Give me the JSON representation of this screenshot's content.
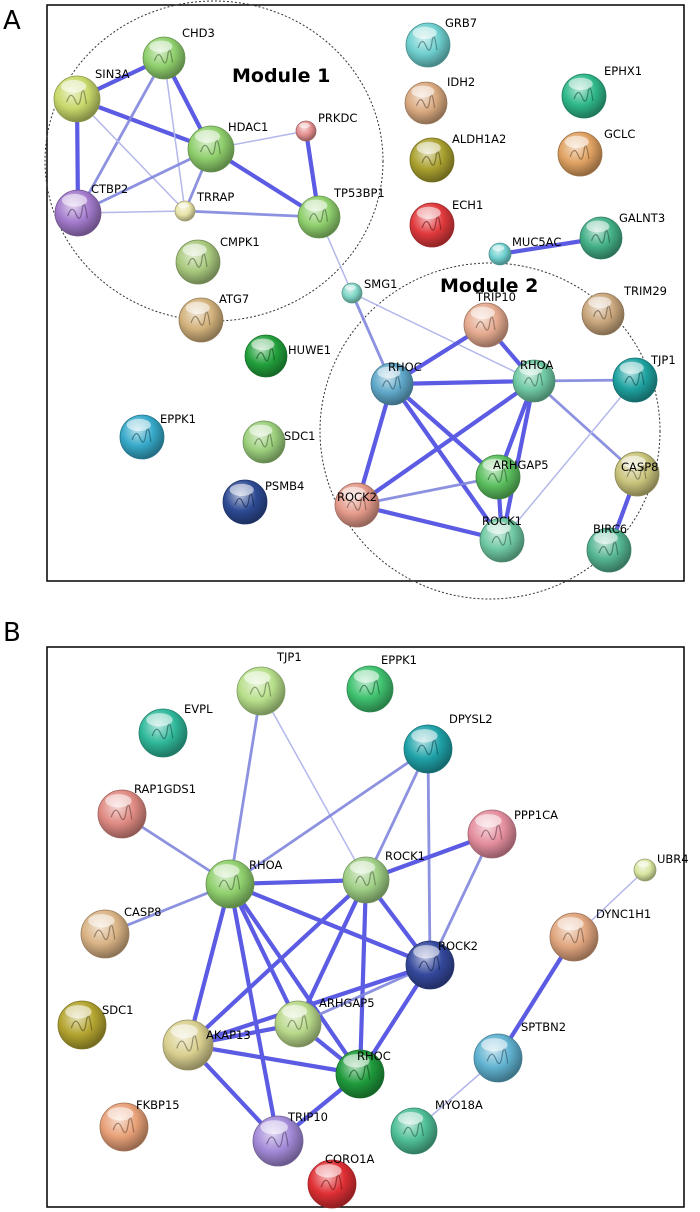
{
  "panels": [
    {
      "letter": "A",
      "modules": [
        "Module 1",
        "Module 2"
      ],
      "nodes": [
        {
          "id": "CHD3",
          "color": "#8fcf6d"
        },
        {
          "id": "SIN3A",
          "color": "#c8d86a"
        },
        {
          "id": "HDAC1",
          "color": "#8fcf6d"
        },
        {
          "id": "PRKDC",
          "color": "#e48e8e"
        },
        {
          "id": "TRRAP",
          "color": "#e8e3a8"
        },
        {
          "id": "CTBP2",
          "color": "#a37acc"
        },
        {
          "id": "TP53BP1",
          "color": "#8fcf6d"
        },
        {
          "id": "CMPK1",
          "color": "#a9c97e"
        },
        {
          "id": "ATG7",
          "color": "#d3b27c"
        },
        {
          "id": "GRB7",
          "color": "#6fcfcf"
        },
        {
          "id": "IDH2",
          "color": "#d9a97f"
        },
        {
          "id": "ALDH1A2",
          "color": "#aaa12f"
        },
        {
          "id": "ECH1",
          "color": "#e0393c"
        },
        {
          "id": "EPHX1",
          "color": "#2fb88a"
        },
        {
          "id": "GCLC",
          "color": "#e0a262"
        },
        {
          "id": "MUC5AC",
          "color": "#6fcfcf"
        },
        {
          "id": "GALNT3",
          "color": "#43b087"
        },
        {
          "id": "SMG1",
          "color": "#7fd6c6"
        },
        {
          "id": "TRIP10",
          "color": "#e5aa8f"
        },
        {
          "id": "TRIM29",
          "color": "#c9a67c"
        },
        {
          "id": "RHOC",
          "color": "#5fa8c9"
        },
        {
          "id": "RHOA",
          "color": "#6fc9a3"
        },
        {
          "id": "TJP1",
          "color": "#1ea2a0"
        },
        {
          "id": "HUWE1",
          "color": "#22a03c"
        },
        {
          "id": "EPPK1",
          "color": "#36a9c9"
        },
        {
          "id": "SDC1",
          "color": "#9ccf7c"
        },
        {
          "id": "ARHGAP5",
          "color": "#5bbf5e"
        },
        {
          "id": "CASP8",
          "color": "#c9c47c"
        },
        {
          "id": "ROCK2",
          "color": "#e49a8a"
        },
        {
          "id": "PSMB4",
          "color": "#2d4a94"
        },
        {
          "id": "ROCK1",
          "color": "#6fc9a3"
        },
        {
          "id": "BIRC6",
          "color": "#54b592"
        }
      ],
      "edges": [
        [
          "SIN3A",
          "CHD3",
          "thick"
        ],
        [
          "SIN3A",
          "HDAC1",
          "thick"
        ],
        [
          "SIN3A",
          "CTBP2",
          "thick"
        ],
        [
          "CHD3",
          "HDAC1",
          "thick"
        ],
        [
          "CHD3",
          "TRRAP",
          "thin"
        ],
        [
          "CHD3",
          "CTBP2",
          "medium"
        ],
        [
          "SIN3A",
          "TRRAP",
          "thin"
        ],
        [
          "HDAC1",
          "TRRAP",
          "medium"
        ],
        [
          "HDAC1",
          "PRKDC",
          "thin"
        ],
        [
          "HDAC1",
          "CTBP2",
          "medium"
        ],
        [
          "HDAC1",
          "TP53BP1",
          "thick"
        ],
        [
          "PRKDC",
          "TP53BP1",
          "thick"
        ],
        [
          "TRRAP",
          "TP53BP1",
          "medium"
        ],
        [
          "CTBP2",
          "TRRAP",
          "thin"
        ],
        [
          "TP53BP1",
          "SMG1",
          "thin"
        ],
        [
          "MUC5AC",
          "GALNT3",
          "thick"
        ],
        [
          "SMG1",
          "RHOC",
          "medium"
        ],
        [
          "SMG1",
          "RHOA",
          "thin"
        ],
        [
          "RHOC",
          "TRIP10",
          "thick"
        ],
        [
          "RHOA",
          "TRIP10",
          "thick"
        ],
        [
          "RHOC",
          "RHOA",
          "thick"
        ],
        [
          "RHOC",
          "ARHGAP5",
          "thick"
        ],
        [
          "RHOC",
          "ROCK2",
          "thick"
        ],
        [
          "RHOC",
          "ROCK1",
          "thick"
        ],
        [
          "RHOA",
          "ARHGAP5",
          "thick"
        ],
        [
          "RHOA",
          "ROCK2",
          "thick"
        ],
        [
          "RHOA",
          "ROCK1",
          "thick"
        ],
        [
          "RHOA",
          "TJP1",
          "medium"
        ],
        [
          "RHOA",
          "CASP8",
          "medium"
        ],
        [
          "ARHGAP5",
          "ROCK1",
          "thick"
        ],
        [
          "ARHGAP5",
          "ROCK2",
          "medium"
        ],
        [
          "ROCK2",
          "ROCK1",
          "thick"
        ],
        [
          "TJP1",
          "ROCK1",
          "thin"
        ],
        [
          "CASP8",
          "BIRC6",
          "thick"
        ]
      ]
    },
    {
      "letter": "B",
      "nodes": [
        {
          "id": "TJP1",
          "color": "#b7df8a"
        },
        {
          "id": "EPPK1",
          "color": "#3fc26f"
        },
        {
          "id": "EVPL",
          "color": "#2fb89a"
        },
        {
          "id": "DPYSL2",
          "color": "#1ea2a8"
        },
        {
          "id": "RAP1GDS1",
          "color": "#df8a82"
        },
        {
          "id": "PPP1CA",
          "color": "#e48e9e"
        },
        {
          "id": "RHOA",
          "color": "#8fcf6d"
        },
        {
          "id": "ROCK1",
          "color": "#9fcf85"
        },
        {
          "id": "UBR4",
          "color": "#d7e5a0"
        },
        {
          "id": "CASP8",
          "color": "#d9b385"
        },
        {
          "id": "DYNC1H1",
          "color": "#e0a57e"
        },
        {
          "id": "ROCK2",
          "color": "#34489c"
        },
        {
          "id": "ARHGAP5",
          "color": "#b8d88a"
        },
        {
          "id": "SDC1",
          "color": "#b3a42f"
        },
        {
          "id": "AKAP13",
          "color": "#d9cf8f"
        },
        {
          "id": "SPTBN2",
          "color": "#5fb1d0"
        },
        {
          "id": "RHOC",
          "color": "#1f9a3c"
        },
        {
          "id": "MYO18A",
          "color": "#4fbf97"
        },
        {
          "id": "FKBP15",
          "color": "#e8a178"
        },
        {
          "id": "TRIP10",
          "color": "#a38ad8"
        },
        {
          "id": "CORO1A",
          "color": "#df2f34"
        }
      ],
      "edges": [
        [
          "TJP1",
          "RHOA",
          "medium"
        ],
        [
          "TJP1",
          "ROCK1",
          "thin"
        ],
        [
          "DPYSL2",
          "RHOA",
          "medium"
        ],
        [
          "DPYSL2",
          "ROCK1",
          "medium"
        ],
        [
          "DPYSL2",
          "ROCK2",
          "medium"
        ],
        [
          "RAP1GDS1",
          "RHOA",
          "medium"
        ],
        [
          "RHOA",
          "CASP8",
          "medium"
        ],
        [
          "RHOA",
          "ROCK1",
          "thick"
        ],
        [
          "RHOA",
          "ROCK2",
          "thick"
        ],
        [
          "RHOA",
          "ARHGAP5",
          "thick"
        ],
        [
          "RHOA",
          "AKAP13",
          "thick"
        ],
        [
          "RHOA",
          "RHOC",
          "thick"
        ],
        [
          "RHOA",
          "TRIP10",
          "thick"
        ],
        [
          "ROCK1",
          "PPP1CA",
          "thick"
        ],
        [
          "ROCK1",
          "ROCK2",
          "thick"
        ],
        [
          "ROCK1",
          "ARHGAP5",
          "thick"
        ],
        [
          "ROCK1",
          "AKAP13",
          "thick"
        ],
        [
          "ROCK1",
          "RHOC",
          "thick"
        ],
        [
          "PPP1CA",
          "ROCK2",
          "medium"
        ],
        [
          "ROCK2",
          "ARHGAP5",
          "medium"
        ],
        [
          "ROCK2",
          "AKAP13",
          "thick"
        ],
        [
          "ROCK2",
          "RHOC",
          "thick"
        ],
        [
          "ARHGAP5",
          "AKAP13",
          "thick"
        ],
        [
          "ARHGAP5",
          "RHOC",
          "thick"
        ],
        [
          "AKAP13",
          "RHOC",
          "thick"
        ],
        [
          "AKAP13",
          "TRIP10",
          "thick"
        ],
        [
          "RHOC",
          "TRIP10",
          "thick"
        ],
        [
          "UBR4",
          "DYNC1H1",
          "thin"
        ],
        [
          "DYNC1H1",
          "SPTBN2",
          "thick"
        ],
        [
          "SPTBN2",
          "MYO18A",
          "thin"
        ]
      ]
    }
  ]
}
